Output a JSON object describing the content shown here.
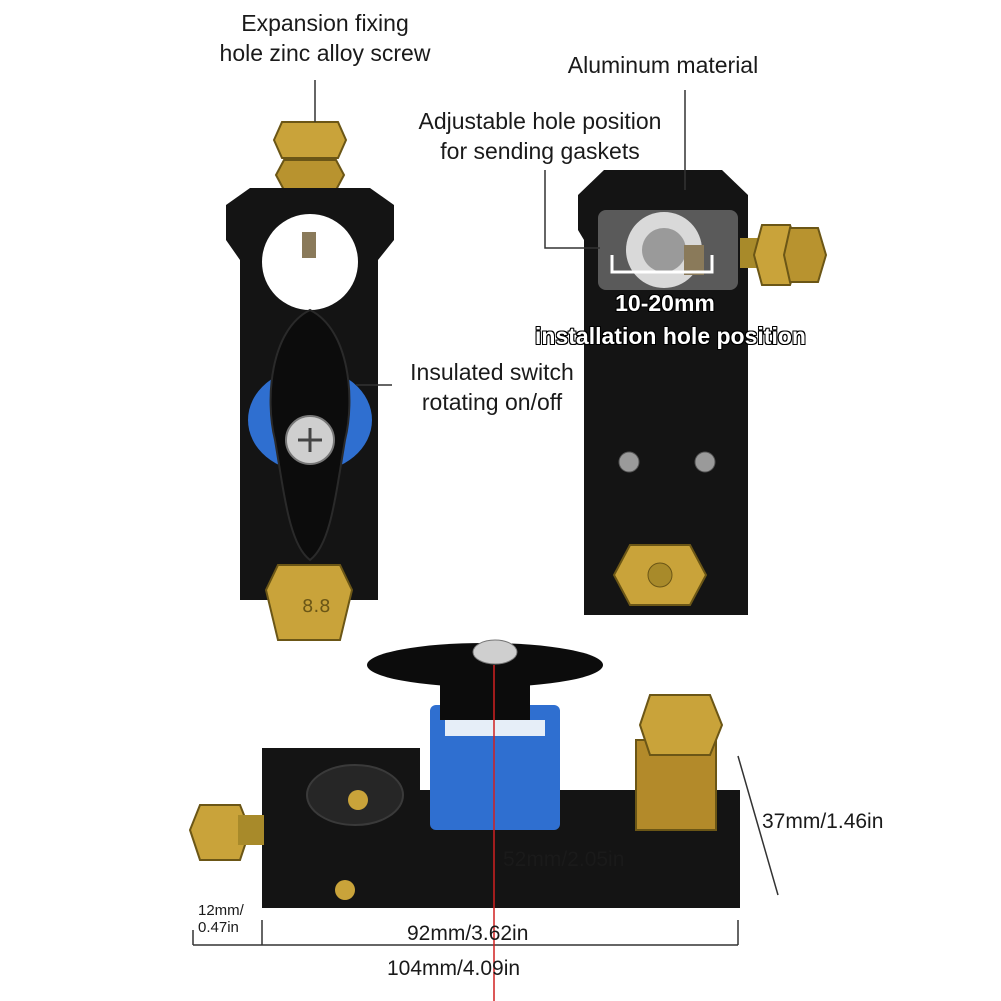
{
  "callouts": {
    "screw_line1": "Expansion fixing",
    "screw_line2": "hole zinc alloy screw",
    "material": "Aluminum material",
    "gasket_line1": "Adjustable hole position",
    "gasket_line2": "for sending gaskets",
    "hole_range": "10-20mm",
    "hole_desc": "installation hole position",
    "switch_line1": "Insulated switch",
    "switch_line2": "rotating on/off"
  },
  "dimensions": {
    "height": "37mm/1.46in",
    "mid_length": "52mm/2.05in",
    "base_length": "92mm/3.62in",
    "total_length": "104mm/4.09in",
    "thickness_line1": "12mm/",
    "thickness_line2": "0.47in"
  },
  "colors": {
    "body": "#111111",
    "brass": "#c9a33a",
    "blue_label": "#2f6fd0",
    "guide_line": "#333333",
    "red_axis": "#d02020"
  }
}
